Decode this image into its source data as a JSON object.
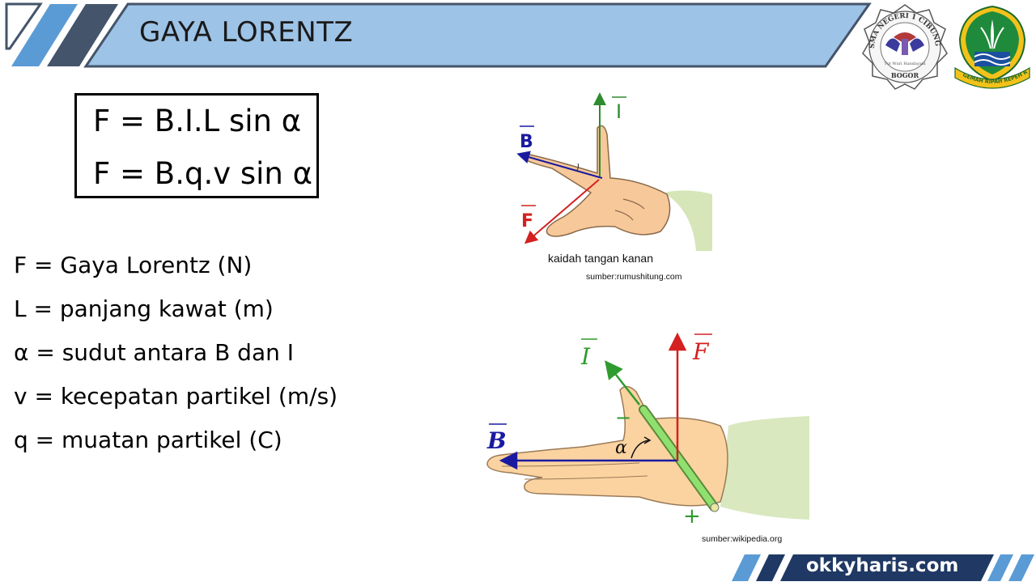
{
  "header": {
    "title": "GAYA LORENTZ"
  },
  "formulas": {
    "f1": "F = B.I.L sin α",
    "f2": "F = B.q.v sin α"
  },
  "definitions": [
    "F = Gaya Lorentz (N)",
    "L = panjang kawat (m)",
    "α = sudut antara B dan I",
    "v = kecepatan partikel (m/s)",
    "q = muatan partikel (C)"
  ],
  "figure1": {
    "caption": "kaidah tangan kanan",
    "source": "sumber:rumushitung.com",
    "labels": {
      "i": "I",
      "b": "B",
      "f": "F"
    }
  },
  "figure2": {
    "source": "sumber:wikipedia.org",
    "labels": {
      "i": "I",
      "f": "F",
      "b": "B",
      "alpha": "α",
      "minus": "−",
      "plus": "+"
    }
  },
  "logos": {
    "school": {
      "text_top": "SMA NEGERI 1 CIBUNGBULANG",
      "text_bottom": "BOGOR",
      "motto": "Tut Wuri Handayani"
    },
    "province": {
      "motto": "GEMAH RIPAH REPEH RAPIH"
    }
  },
  "footer": {
    "site": "okkyharis.com"
  },
  "colors": {
    "header_fill": "#9dc3e6",
    "header_dark": "#44546a",
    "stripe_blue": "#5b9bd5",
    "footer_dark": "#1f3864"
  }
}
